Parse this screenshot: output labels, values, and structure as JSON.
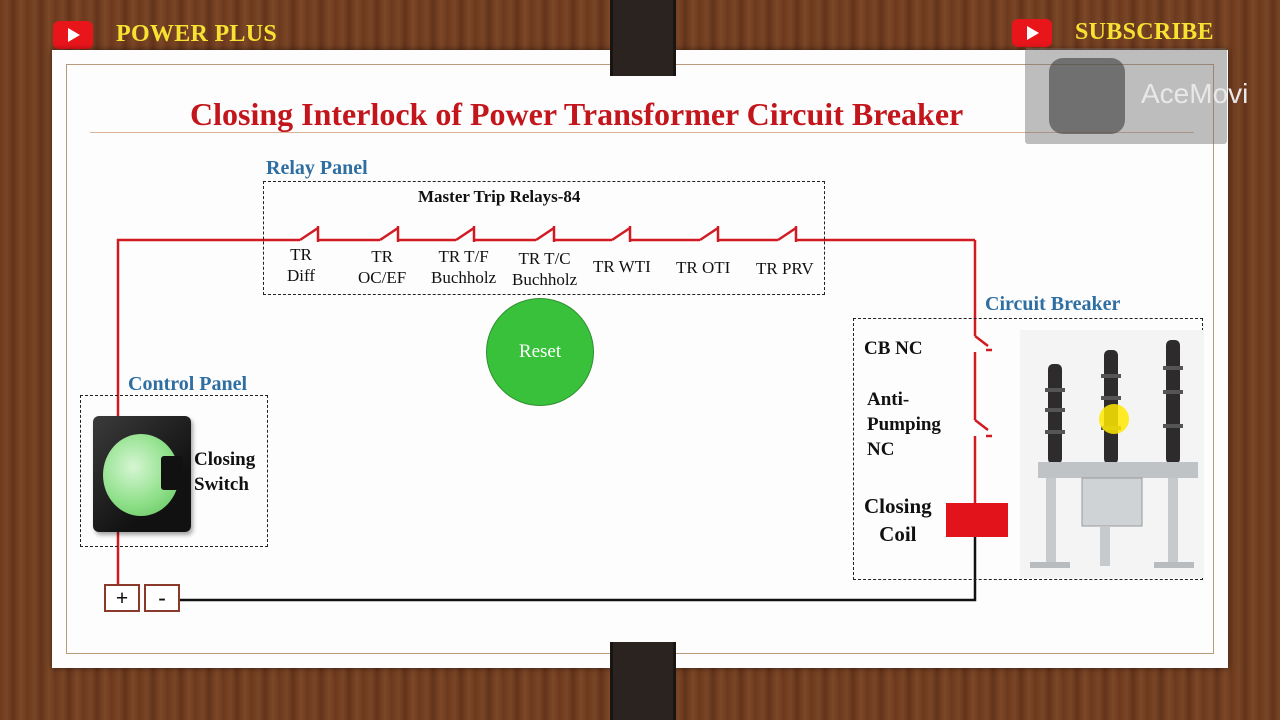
{
  "header": {
    "left_brand": "POWER PLUS",
    "right_brand": "SUBSCRIBE",
    "youtube_icon": "youtube-play-icon",
    "brand_color": "#f7e233"
  },
  "title": "Closing Interlock of Power Transformer Circuit Breaker",
  "watermark": {
    "text": "AceMovi"
  },
  "relay_panel": {
    "label": "Relay Panel",
    "heading": "Master Trip Relays-84",
    "contacts": [
      [
        "TR",
        "Diff"
      ],
      [
        "TR",
        "OC/EF"
      ],
      [
        "TR T/F",
        "Buchholz"
      ],
      [
        "TR T/C",
        "Buchholz"
      ],
      [
        "TR WTI"
      ],
      [
        "TR OTI"
      ],
      [
        "TR PRV"
      ]
    ]
  },
  "reset_button": {
    "label": "Reset",
    "color": "#39c13b"
  },
  "control_panel": {
    "label": "Control Panel",
    "switch_line1": "Closing",
    "switch_line2": "Switch"
  },
  "circuit_breaker": {
    "label": "Circuit Breaker",
    "cb_nc": "CB NC",
    "anti_line1": "Anti-",
    "anti_line2": "Pumping",
    "anti_line3": "NC",
    "coil_line1": "Closing",
    "coil_line2": "Coil",
    "coil_color": "#e3131b"
  },
  "supply": {
    "plus": "+",
    "minus": "-"
  },
  "colors": {
    "positive_wire": "#d11a22",
    "negative_wire": "#111111",
    "title": "#c3161c",
    "section_label": "#2e6ea1"
  }
}
